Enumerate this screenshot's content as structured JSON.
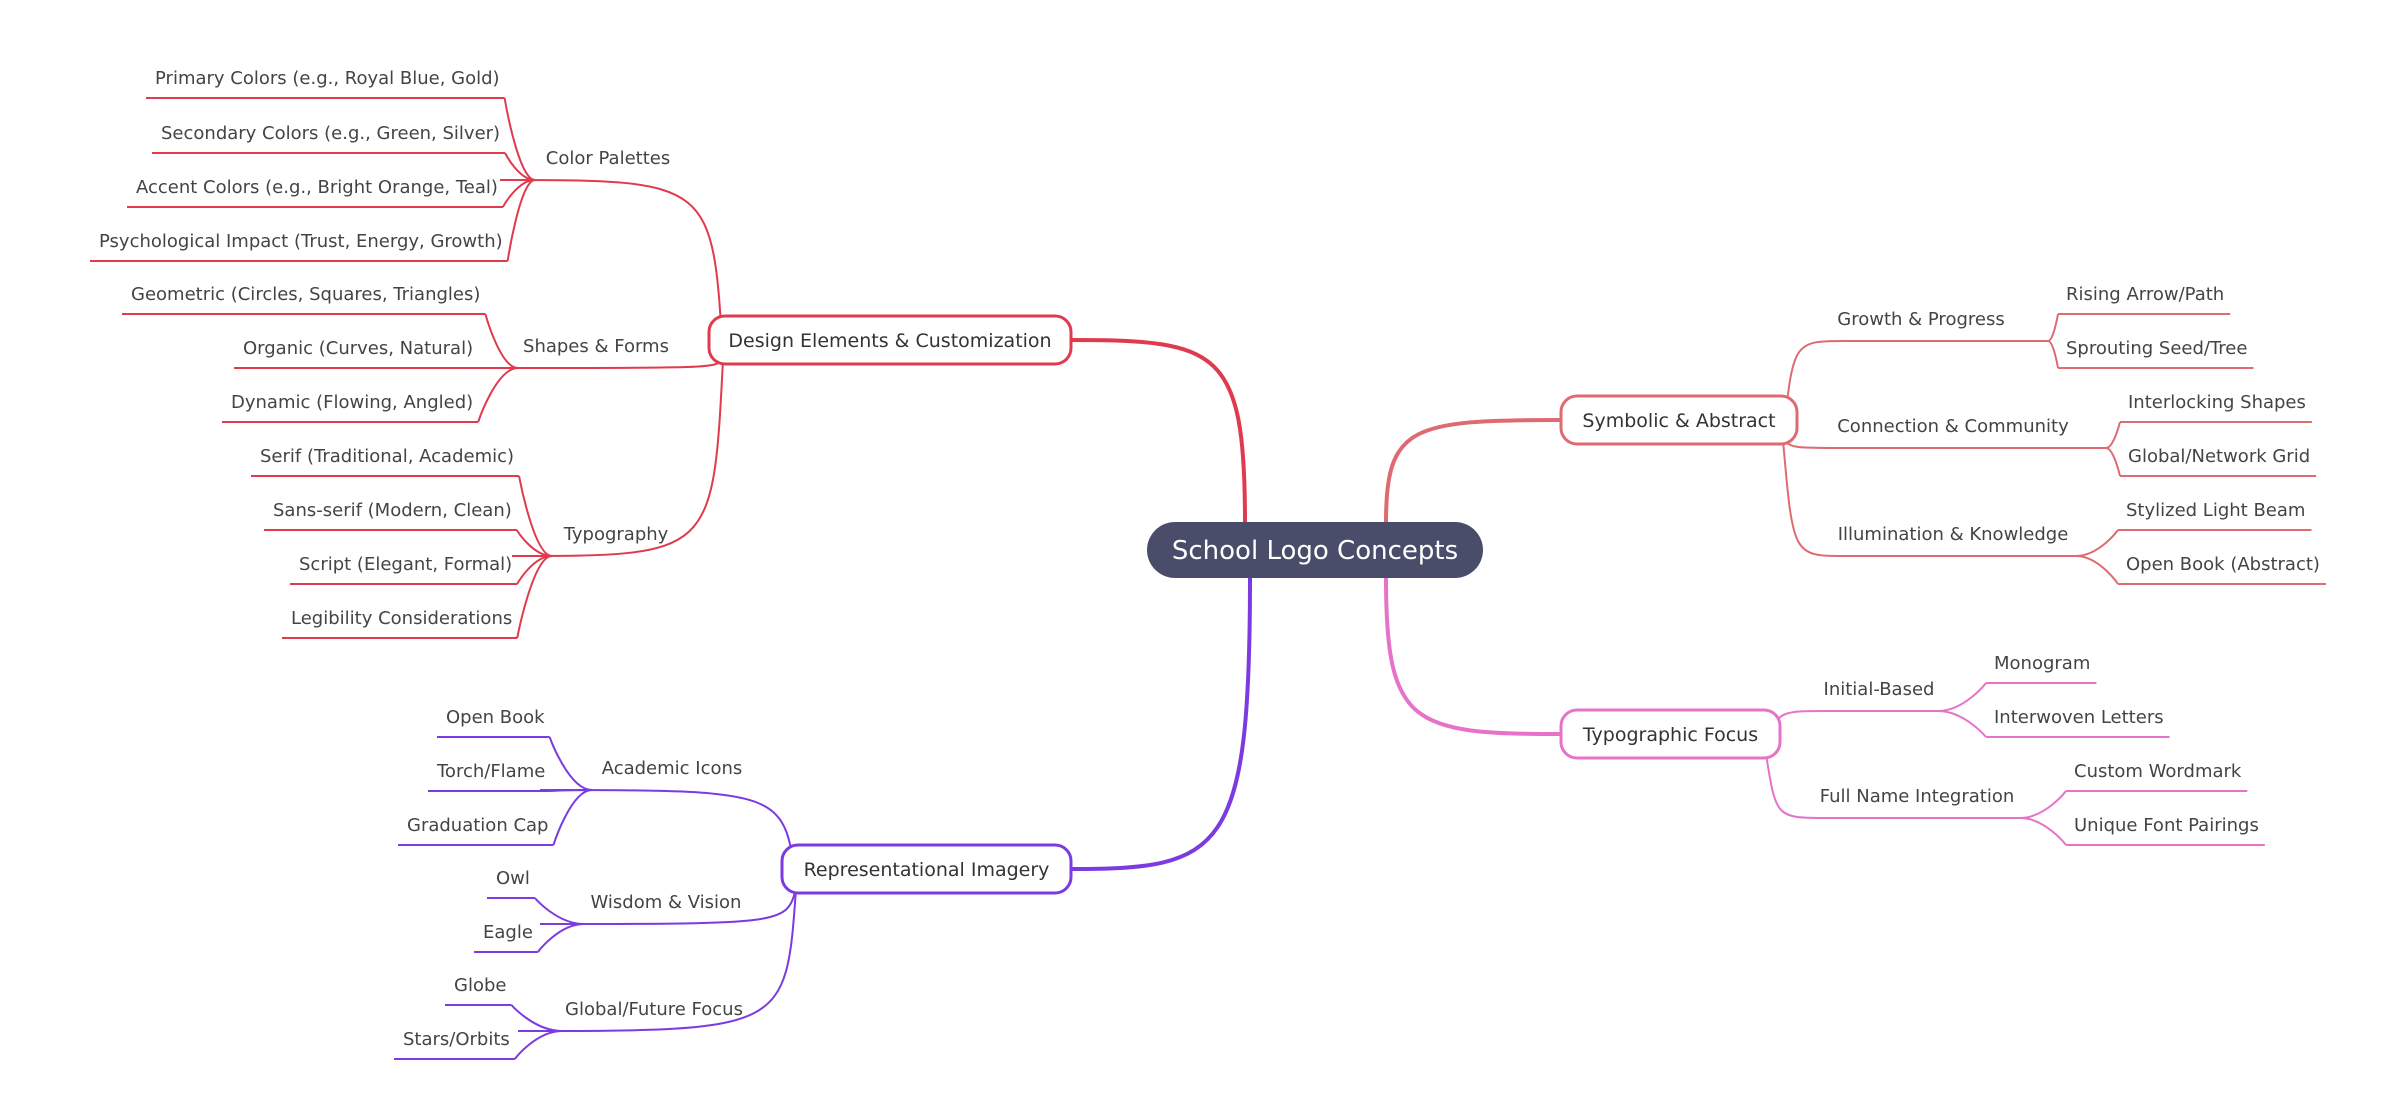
{
  "root": {
    "label": "School Logo Concepts",
    "fill": "#4a4d6a"
  },
  "branches": [
    {
      "key": "design",
      "label": "Design Elements & Customization",
      "color": "#e03a4e",
      "groups": [
        {
          "label": "Color Palettes",
          "children": [
            "Primary Colors (e.g., Royal Blue, Gold)",
            "Secondary Colors (e.g., Green, Silver)",
            "Accent Colors (e.g., Bright Orange, Teal)",
            "Psychological Impact (Trust, Energy, Growth)"
          ]
        },
        {
          "label": "Shapes & Forms",
          "children": [
            "Geometric (Circles, Squares, Triangles)",
            "Organic (Curves, Natural)",
            "Dynamic (Flowing, Angled)"
          ]
        },
        {
          "label": "Typography",
          "children": [
            "Serif (Traditional, Academic)",
            "Sans-serif (Modern, Clean)",
            "Script (Elegant, Formal)",
            "Legibility Considerations"
          ]
        }
      ]
    },
    {
      "key": "imagery",
      "label": "Representational Imagery",
      "color": "#7b3be0",
      "groups": [
        {
          "label": "Academic Icons",
          "children": [
            "Open Book",
            "Torch/Flame",
            "Graduation Cap"
          ]
        },
        {
          "label": "Wisdom & Vision",
          "children": [
            "Owl",
            "Eagle"
          ]
        },
        {
          "label": "Global/Future Focus",
          "children": [
            "Globe",
            "Stars/Orbits"
          ]
        }
      ]
    },
    {
      "key": "symbolic",
      "label": "Symbolic & Abstract",
      "color": "#de6b72",
      "groups": [
        {
          "label": "Growth & Progress",
          "children": [
            "Rising Arrow/Path",
            "Sprouting Seed/Tree"
          ]
        },
        {
          "label": "Connection & Community",
          "children": [
            "Interlocking Shapes",
            "Global/Network Grid"
          ]
        },
        {
          "label": "Illumination & Knowledge",
          "children": [
            "Stylized Light Beam",
            "Open Book (Abstract)"
          ]
        }
      ]
    },
    {
      "key": "typographic",
      "label": "Typographic Focus",
      "color": "#e673c8",
      "groups": [
        {
          "label": "Initial-Based",
          "children": [
            "Monogram",
            "Interwoven Letters"
          ]
        },
        {
          "label": "Full Name Integration",
          "children": [
            "Custom Wordmark",
            "Unique Font Pairings"
          ]
        }
      ]
    }
  ]
}
